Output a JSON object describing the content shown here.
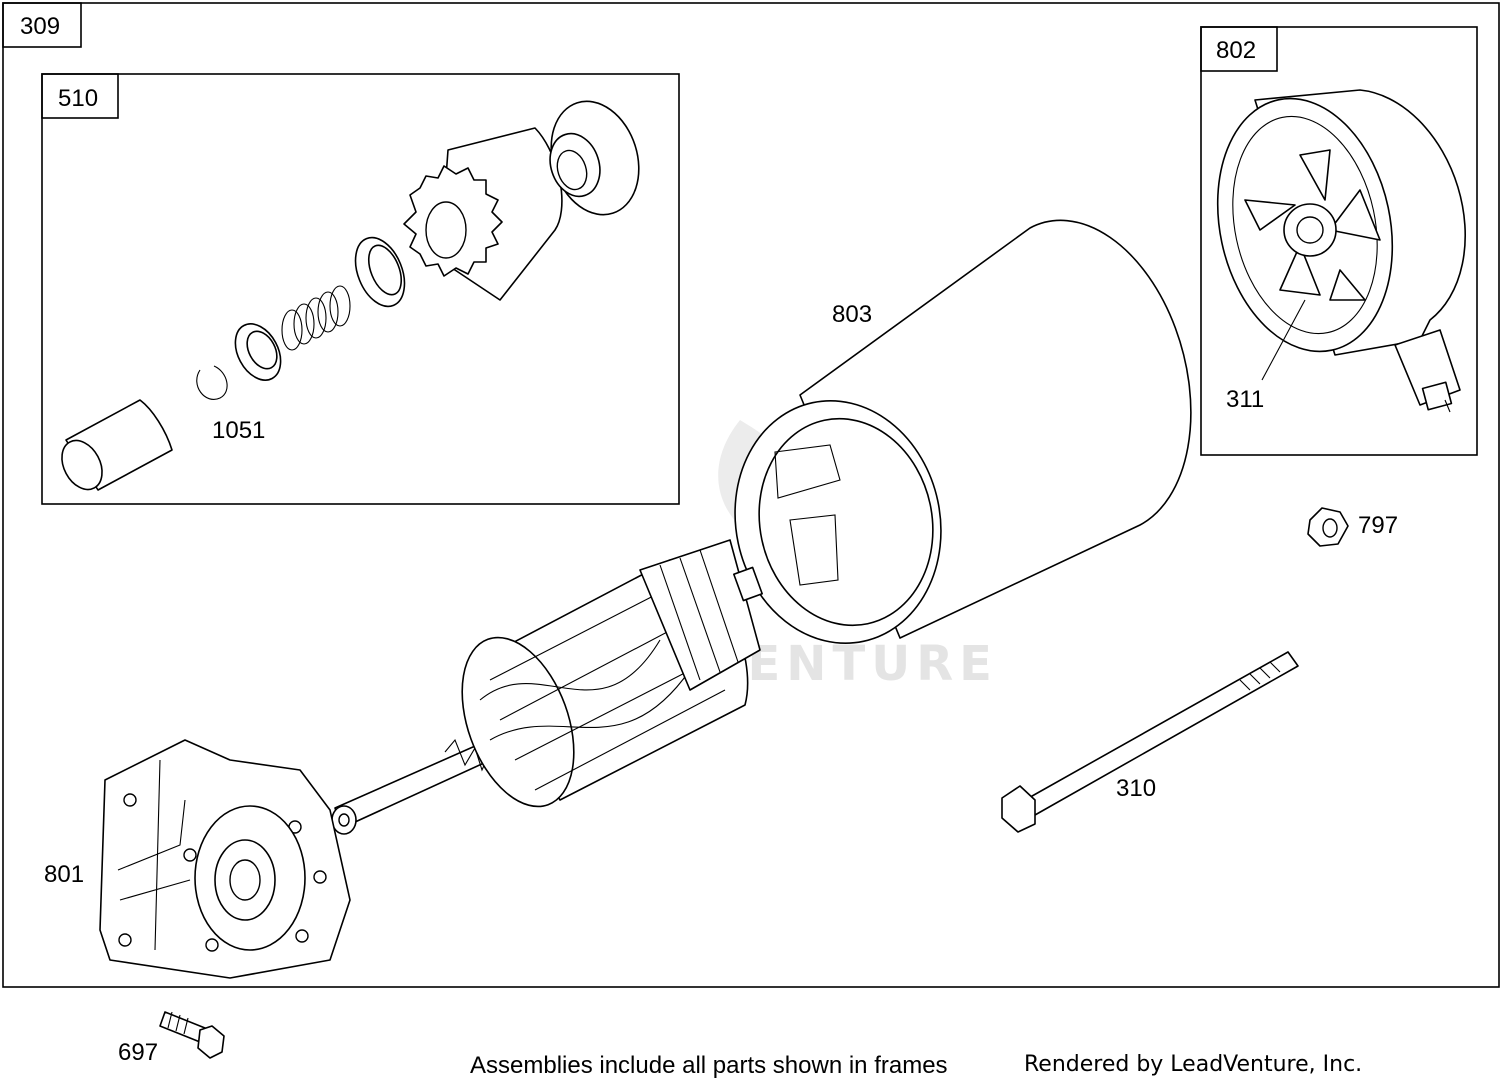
{
  "diagram": {
    "watermark": "LEADVENTURE",
    "frames": {
      "outer": "309",
      "drive": "510",
      "end_cap": "802"
    },
    "parts": {
      "pinion_sleeve": "1051",
      "housing": "803",
      "brush": "311",
      "nut": "797",
      "through_bolt": "310",
      "mounting_bracket": "801",
      "bracket_screw": "697"
    }
  },
  "footer": {
    "note": "Assemblies include all parts shown in frames",
    "credit": "Rendered by LeadVenture, Inc."
  }
}
